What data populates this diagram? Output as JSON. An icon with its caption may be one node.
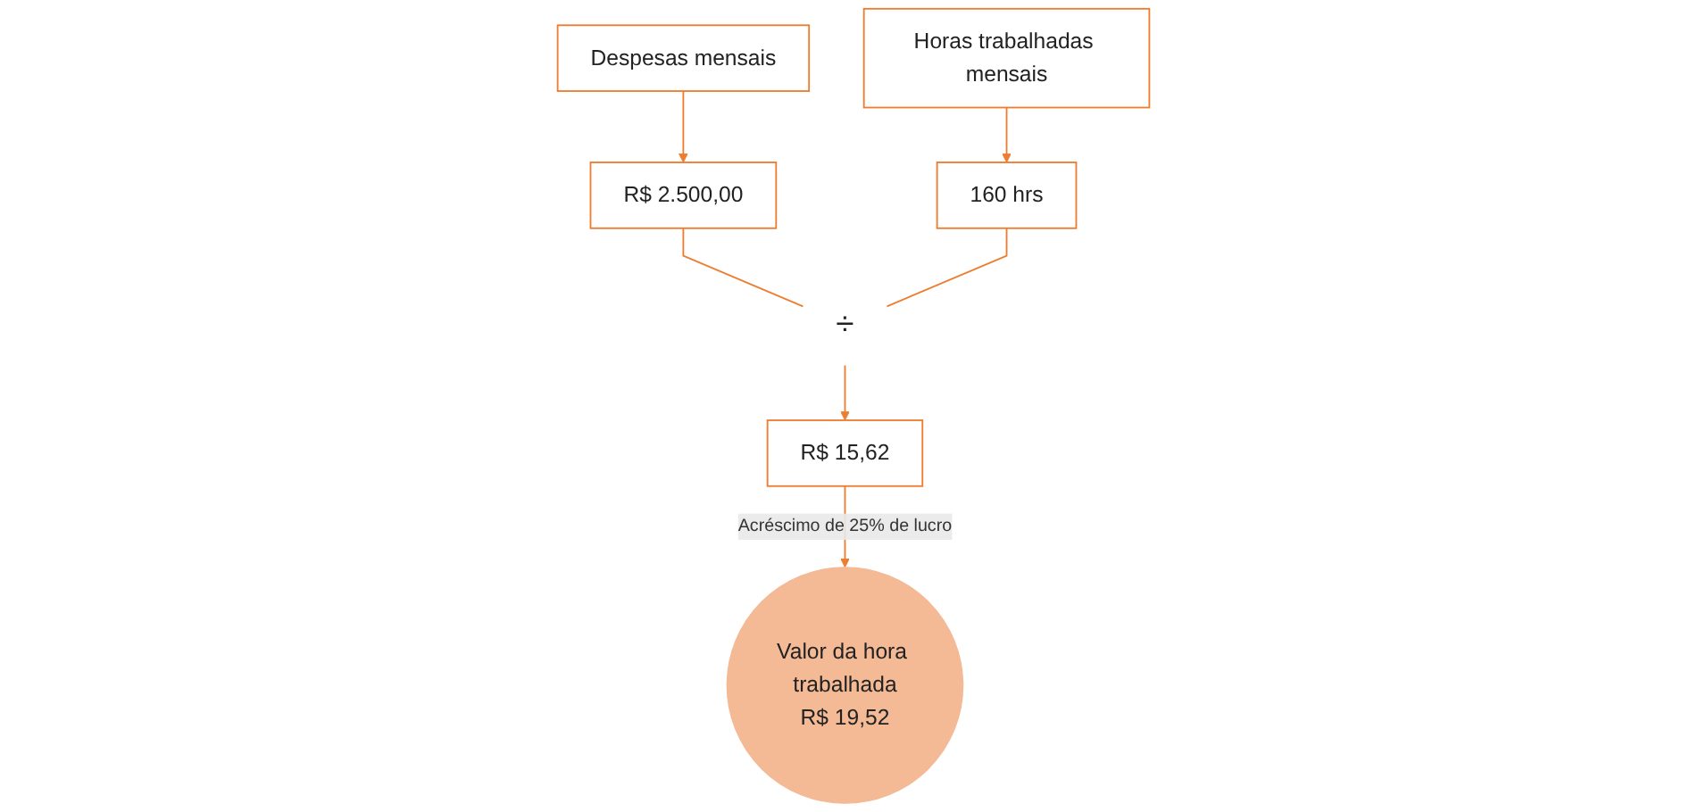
{
  "diagram": {
    "nodes": [
      {
        "text": [
          "Despesas mensais"
        ]
      },
      {
        "text": [
          "Horas trabalhadas mensais"
        ]
      },
      {
        "text": [
          "R$ 2.500,00"
        ]
      },
      {
        "text": [
          "÷"
        ]
      },
      {
        "text": [
          "160 hrs"
        ]
      },
      {
        "text": [
          "R$ 15,62"
        ]
      },
      {
        "text": [
          "Valor da hora trabalhada",
          "R$ 19,52"
        ]
      }
    ],
    "edges": [
      {
        "from": 0,
        "to": 2,
        "arrow": "to"
      },
      {
        "from": 1,
        "to": 4,
        "arrow": "to"
      },
      {
        "from": 2,
        "to": 3,
        "arrow": "none"
      },
      {
        "from": 4,
        "to": 3,
        "arrow": "none"
      },
      {
        "from": 3,
        "to": 5,
        "arrow": "to"
      },
      {
        "from": 5,
        "to": 6,
        "arrow": "to",
        "label": "Acréscimo de 25% de lucro"
      }
    ]
  }
}
